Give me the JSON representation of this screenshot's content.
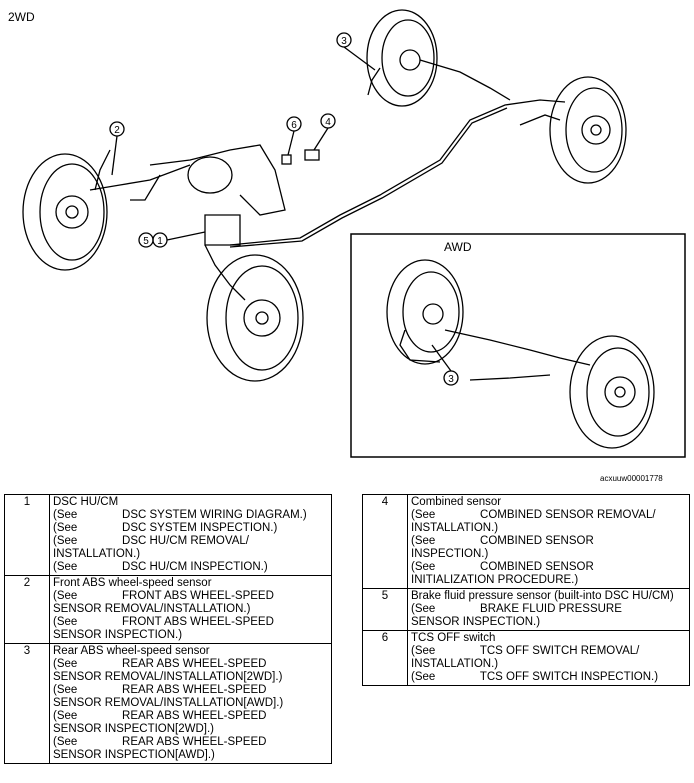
{
  "diagram": {
    "label_2wd": "2WD",
    "label_awd": "AWD",
    "image_code": "acxuuw00001778",
    "callouts": [
      "1",
      "2",
      "3",
      "4",
      "5",
      "6"
    ]
  },
  "table_left": [
    {
      "num": "1",
      "lines": [
        "DSC HU/CM",
        "(See              DSC SYSTEM WIRING DIAGRAM.)",
        "(See              DSC SYSTEM INSPECTION.)",
        "(See              DSC HU/CM REMOVAL/",
        "INSTALLATION.)",
        "(See              DSC HU/CM INSPECTION.)"
      ]
    },
    {
      "num": "2",
      "lines": [
        "Front ABS wheel-speed sensor",
        "(See              FRONT ABS WHEEL-SPEED",
        "SENSOR REMOVAL/INSTALLATION.)",
        "(See              FRONT ABS WHEEL-SPEED",
        "SENSOR INSPECTION.)"
      ]
    },
    {
      "num": "3",
      "lines": [
        "Rear ABS wheel-speed sensor",
        "(See              REAR ABS WHEEL-SPEED",
        "SENSOR REMOVAL/INSTALLATION[2WD].)",
        "(See              REAR ABS WHEEL-SPEED",
        "SENSOR REMOVAL/INSTALLATION[AWD].)",
        "(See              REAR ABS WHEEL-SPEED",
        "SENSOR INSPECTION[2WD].)",
        "(See              REAR ABS WHEEL-SPEED",
        "SENSOR INSPECTION[AWD].)"
      ]
    }
  ],
  "table_right": [
    {
      "num": "4",
      "lines": [
        "Combined sensor",
        "(See              COMBINED SENSOR REMOVAL/",
        "INSTALLATION.)",
        "(See              COMBINED SENSOR",
        "INSPECTION.)",
        "(See              COMBINED SENSOR",
        "INITIALIZATION PROCEDURE.)"
      ]
    },
    {
      "num": "5",
      "lines": [
        "Brake fluid pressure sensor (built-into DSC HU/CM)",
        "(See              BRAKE FLUID PRESSURE",
        "SENSOR INSPECTION.)"
      ]
    },
    {
      "num": "6",
      "lines": [
        "TCS OFF switch",
        "(See              TCS OFF SWITCH REMOVAL/",
        "INSTALLATION.)",
        "(See              TCS OFF SWITCH INSPECTION.)"
      ]
    }
  ]
}
